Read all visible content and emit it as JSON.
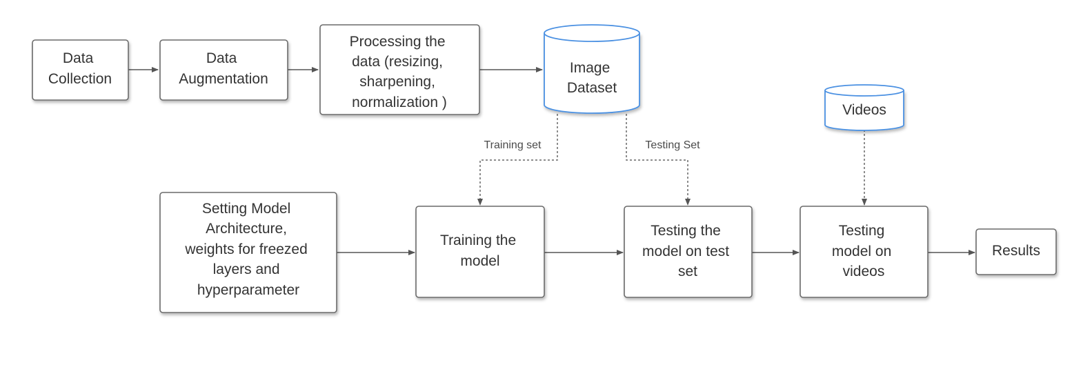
{
  "nodes": {
    "data_collection": [
      "Data",
      "Collection"
    ],
    "data_augmentation": [
      "Data",
      "Augmentation"
    ],
    "processing": [
      "Processing the",
      "data (resizing,",
      "sharpening,",
      "normalization )"
    ],
    "image_dataset": [
      "Image",
      "Dataset"
    ],
    "videos": [
      "Videos"
    ],
    "setting_model": [
      "Setting Model",
      "Architecture,",
      "weights for freezed",
      "layers and",
      "hyperparameter"
    ],
    "training": [
      "Training the",
      "model"
    ],
    "testing_test_set": [
      "Testing the",
      "model on test",
      "set"
    ],
    "testing_videos": [
      "Testing",
      "model on",
      "videos"
    ],
    "results": [
      "Results"
    ]
  },
  "edges": {
    "training_set_label": "Training set",
    "testing_set_label": "Testing Set"
  },
  "colors": {
    "box_stroke": "#6b6b6b",
    "cylinder_stroke": "#4a90e2",
    "arrow": "#555555",
    "text": "#333333"
  }
}
